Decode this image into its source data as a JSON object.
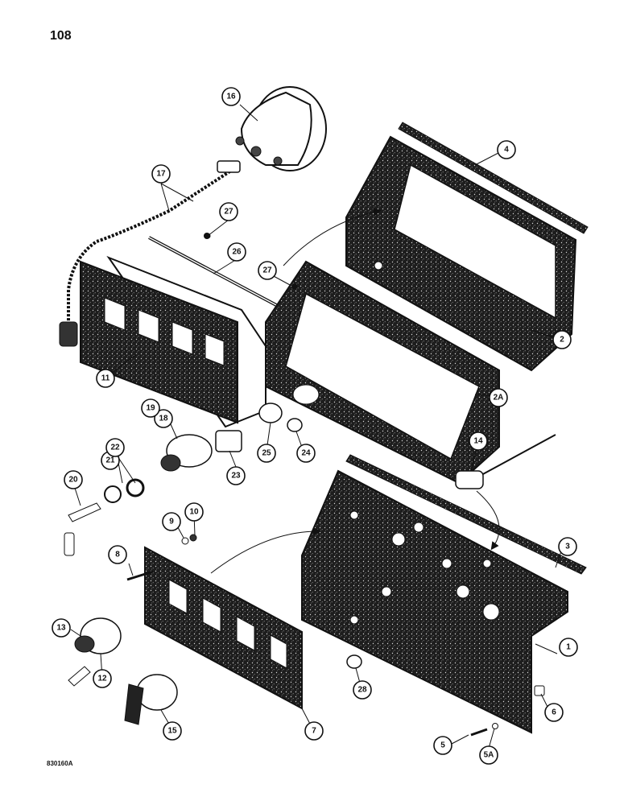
{
  "page": {
    "number": "108",
    "figure_code": "830160A"
  },
  "callouts": [
    {
      "id": "c1",
      "label": "1"
    },
    {
      "id": "c2",
      "label": "2"
    },
    {
      "id": "c2A",
      "label": "2A"
    },
    {
      "id": "c3",
      "label": "3"
    },
    {
      "id": "c4",
      "label": "4"
    },
    {
      "id": "c5",
      "label": "5"
    },
    {
      "id": "c5A",
      "label": "5A"
    },
    {
      "id": "c6",
      "label": "6"
    },
    {
      "id": "c7",
      "label": "7"
    },
    {
      "id": "c8",
      "label": "8"
    },
    {
      "id": "c9",
      "label": "9"
    },
    {
      "id": "c10",
      "label": "10"
    },
    {
      "id": "c11",
      "label": "11"
    },
    {
      "id": "c12",
      "label": "12"
    },
    {
      "id": "c13",
      "label": "13"
    },
    {
      "id": "c14",
      "label": "14"
    },
    {
      "id": "c15",
      "label": "15"
    },
    {
      "id": "c16",
      "label": "16"
    },
    {
      "id": "c17",
      "label": "17"
    },
    {
      "id": "c18",
      "label": "18"
    },
    {
      "id": "c19",
      "label": "19"
    },
    {
      "id": "c20",
      "label": "20"
    },
    {
      "id": "c21",
      "label": "21"
    },
    {
      "id": "c22",
      "label": "22"
    },
    {
      "id": "c23",
      "label": "23"
    },
    {
      "id": "c24",
      "label": "24"
    },
    {
      "id": "c25",
      "label": "25"
    },
    {
      "id": "c26",
      "label": "26"
    },
    {
      "id": "c27a",
      "label": "27"
    },
    {
      "id": "c27b",
      "label": "27"
    },
    {
      "id": "c28",
      "label": "28"
    }
  ],
  "colors": {
    "ink": "#111111",
    "speckle": "#2a2a2a",
    "paper": "#ffffff"
  }
}
